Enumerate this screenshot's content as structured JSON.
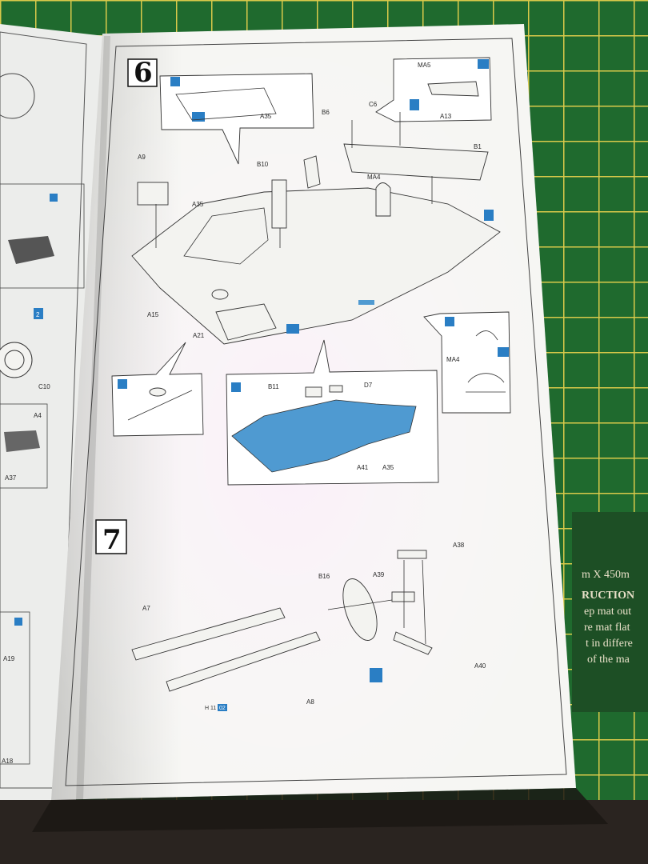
{
  "step6": {
    "number": "6",
    "labels": {
      "a35_top": "A35",
      "c6": "C6",
      "b6": "B6",
      "ma5": "MA5",
      "a13": "A13",
      "b1": "B1",
      "a9": "A9",
      "b10": "B10",
      "a35_mid": "A35",
      "ma4": "MA4",
      "a15": "A15",
      "a21": "A21",
      "b11": "B11",
      "d7": "D7",
      "a41": "A41",
      "a35_bot": "A35",
      "ma4_inset": "MA4"
    }
  },
  "step7": {
    "number": "7",
    "labels": {
      "a38": "A38",
      "b16": "B16",
      "a39": "A39",
      "a7": "A7",
      "a8": "A8",
      "a40": "A40"
    }
  },
  "left_page": {
    "labels": {
      "c10": "C10",
      "a4": "A4",
      "a37": "A37",
      "a19": "A19",
      "a18": "A18",
      "badge": "2"
    }
  },
  "page_number": {
    "prefix": "H",
    "num": "11",
    "suffix": "02"
  },
  "mat_text": {
    "line1": "m X 450m",
    "line2": "RUCTION",
    "line3": "ep mat out",
    "line4": "re mat flat",
    "line5": "t in differe",
    "line6": "of the ma"
  },
  "colors": {
    "mat_green": "#1f6a2e",
    "mat_grid": "#d9c94a",
    "icon_blue": "#2a7ec4",
    "highlight_blue": "#4f9ad1",
    "paper": "#f6f6f3"
  }
}
